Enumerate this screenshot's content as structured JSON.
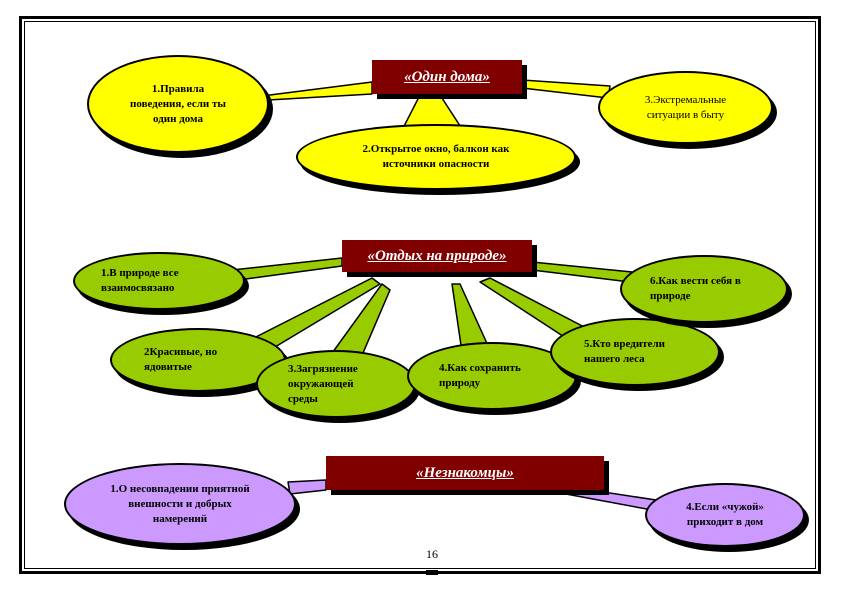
{
  "page": {
    "number": "16"
  },
  "sections": [
    {
      "id": "home-alone",
      "title": "«Один дома»",
      "items": [
        {
          "id": "1",
          "label": "1.Правила\nповедения, если ты\nодин дома"
        },
        {
          "id": "2",
          "label": "2.Открытое окно, балкон как\nисточники опасности"
        },
        {
          "id": "3",
          "label": "3.Экстремальные\nситуации в быту"
        }
      ]
    },
    {
      "id": "nature",
      "title": "«Отдых на природе»",
      "items": [
        {
          "id": "1",
          "label": "1.В природе все\nвзаимосвязано"
        },
        {
          "id": "2",
          "label": "2Красивые, но\nядовитые"
        },
        {
          "id": "3",
          "label": "3.Загрязнение\nокружающей\nсреды"
        },
        {
          "id": "4",
          "label": "4.Как сохранить\nприроду"
        },
        {
          "id": "5",
          "label": "5.Кто вредители\nнашего леса"
        },
        {
          "id": "6",
          "label": "6.Как вести себя в\nприроде"
        }
      ]
    },
    {
      "id": "strangers",
      "title": "«Незнакомцы»",
      "items": [
        {
          "id": "1",
          "label": "1.О несовпадении приятной\nвнешности и добрых\nнамерений"
        },
        {
          "id": "4",
          "label": "4.Если «чужой»\nприходит в дом"
        }
      ]
    }
  ],
  "colors": {
    "title_bar": "#800000",
    "home_nodes": "#ffff00",
    "nature_nodes": "#99cc00",
    "stranger_nodes": "#cc99ff"
  }
}
